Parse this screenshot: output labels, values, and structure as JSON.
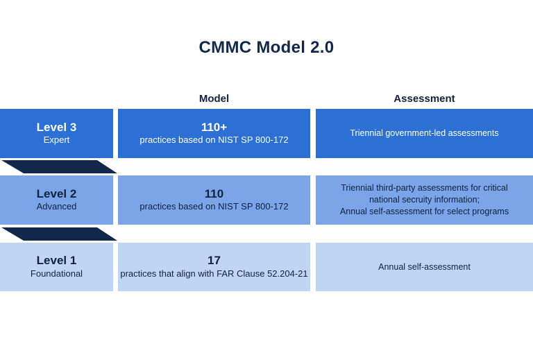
{
  "title": "CMMC Model 2.0",
  "headers": {
    "model": "Model",
    "assessment": "Assessment"
  },
  "rows": [
    {
      "level": "Level 3",
      "tier": "Expert",
      "model_value": "110+",
      "model_desc": "practices based on NIST SP 800-172",
      "assessment": "Triennial government-led assessments"
    },
    {
      "level": "Level 2",
      "tier": "Advanced",
      "model_value": "110",
      "model_desc": "practices based on NIST SP 800-172",
      "assessment": "Triennial third-party assessments for critical\nnational secruity information;\nAnnual self-assessment for select programs"
    },
    {
      "level": "Level 1",
      "tier": "Foundational",
      "model_value": "17",
      "model_desc": "practices that align with FAR Clause 52.204-21",
      "assessment": "Annual self-assessment"
    }
  ],
  "colors": {
    "navy": "#12284A",
    "text_dark": "#10213E",
    "row1_bg": "#2C70D5",
    "row1_text": "#FFFFFF",
    "row2_bg": "#7BA5E8",
    "row3_bg": "#BED5F3"
  }
}
